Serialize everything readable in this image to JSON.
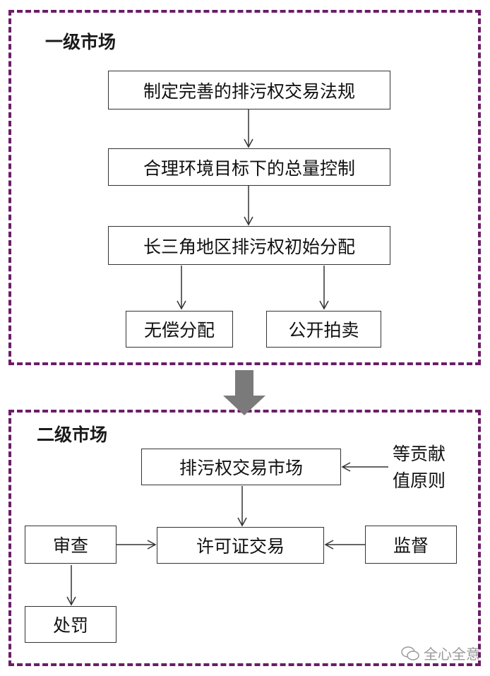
{
  "primary_market": {
    "title": "一级市场",
    "steps": [
      "制定完善的排污权交易法规",
      "合理环境目标下的总量控制",
      "长三角地区排污权初始分配"
    ],
    "branches": [
      "无偿分配",
      "公开拍卖"
    ]
  },
  "secondary_market": {
    "title": "二级市场",
    "trading_market": "排污权交易市场",
    "principle_line1": "等贡献",
    "principle_line2": "值原则",
    "permit_trading": "许可证交易",
    "review": "审查",
    "supervision": "监督",
    "penalty": "处罚"
  },
  "watermark": "全心全意",
  "colors": {
    "border": "#6b1d69",
    "arrow": "#7a7a7a"
  },
  "icons": {
    "big_arrow": "down-arrow-icon",
    "watermark": "wechat-icon"
  }
}
